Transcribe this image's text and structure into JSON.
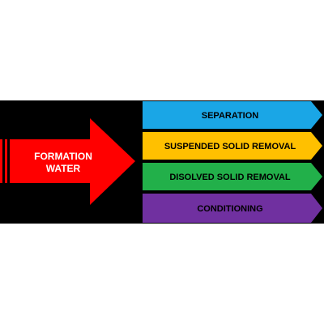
{
  "source": {
    "line1": "FORMATION",
    "line2": "WATER",
    "color": "#ff0000"
  },
  "background_color": "#000000",
  "stages": [
    {
      "label": "SEPARATION",
      "color": "#1aa6e6"
    },
    {
      "label": "SUSPENDED SOLID REMOVAL",
      "color": "#ffc000"
    },
    {
      "label": "DISOLVED SOLID REMOVAL",
      "color": "#22b04a"
    },
    {
      "label": "CONDITIONING",
      "color": "#7030a0"
    }
  ]
}
